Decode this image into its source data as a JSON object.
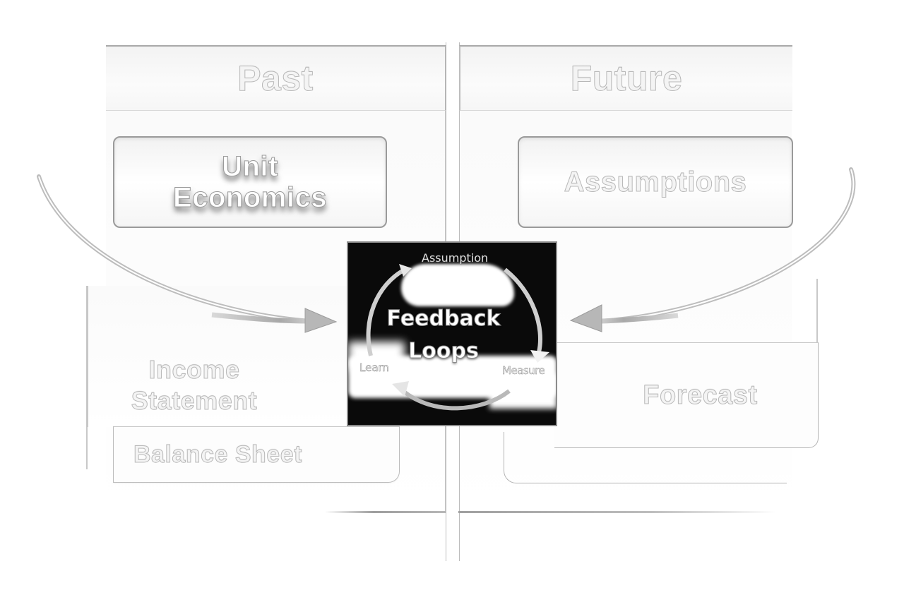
{
  "diagram": {
    "columns": {
      "past": {
        "title": "Past"
      },
      "future": {
        "title": "Future"
      }
    },
    "boxes": {
      "unit_economics": "Unit Economics",
      "assumptions": "Assumptions",
      "income_statement": "Income Statement",
      "balance_sheet": "Balance Sheet",
      "forecast": "Forecast"
    },
    "feedback_loop": {
      "title_line1": "Feedback",
      "title_line2": "Loops",
      "steps": [
        "Assumption",
        "Measure",
        "Learn"
      ]
    },
    "arrows": [
      {
        "from": "past",
        "to": "feedback_loop",
        "direction": "right"
      },
      {
        "from": "future",
        "to": "feedback_loop",
        "direction": "left"
      }
    ],
    "colors": {
      "background": "#ffffff",
      "panel_border": "#9a9a9a",
      "center_box": "#0a0a0a",
      "text_fill": "#f4f4f4",
      "text_outline": "#b8b8b8"
    }
  }
}
